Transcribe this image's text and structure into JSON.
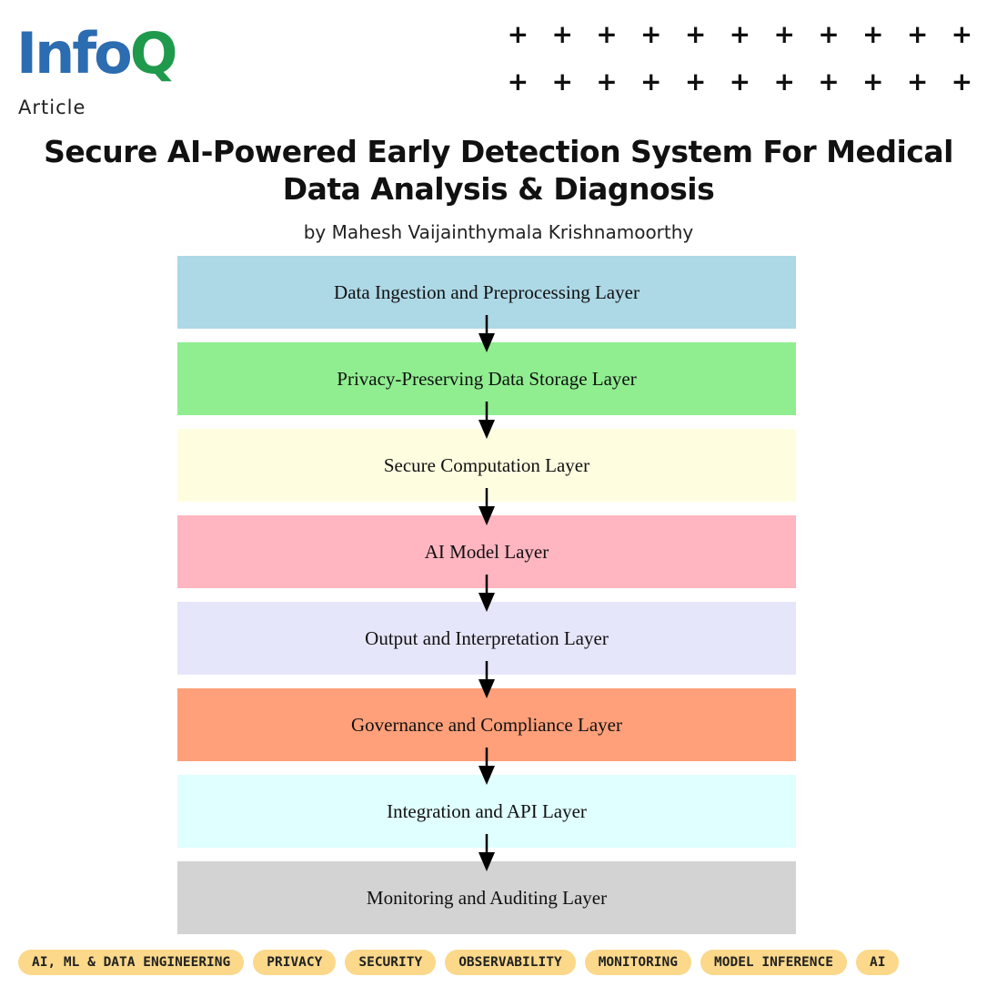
{
  "header": {
    "logo_primary": "Info",
    "logo_secondary": "Q",
    "label": "Article"
  },
  "decoration": {
    "plus_symbol": "+",
    "rows": 2,
    "columns": 11
  },
  "article": {
    "title": "Secure AI-Powered Early Detection System For Medical Data Analysis & Diagnosis",
    "byline": "by Mahesh Vaijainthymala Krishnamoorthy"
  },
  "diagram": {
    "layers": [
      {
        "label": "Data Ingestion and Preprocessing Layer",
        "color": "#add8e6"
      },
      {
        "label": "Privacy-Preserving Data Storage Layer",
        "color": "#90ee90"
      },
      {
        "label": "Secure Computation Layer",
        "color": "#fffde0"
      },
      {
        "label": "AI Model Layer",
        "color": "#ffb6c1"
      },
      {
        "label": "Output and Interpretation Layer",
        "color": "#e6e6fa"
      },
      {
        "label": "Governance and Compliance Layer",
        "color": "#ffa07a"
      },
      {
        "label": "Integration and API Layer",
        "color": "#e0ffff"
      },
      {
        "label": "Monitoring and Auditing Layer",
        "color": "#d3d3d3"
      }
    ]
  },
  "tags": [
    "AI, ML & DATA ENGINEERING",
    "PRIVACY",
    "SECURITY",
    "OBSERVABILITY",
    "MONITORING",
    "MODEL INFERENCE",
    "AI"
  ],
  "colors": {
    "logo_blue": "#2c6cb0",
    "logo_green": "#1f9a4d",
    "tag_background": "#fbd88a"
  }
}
